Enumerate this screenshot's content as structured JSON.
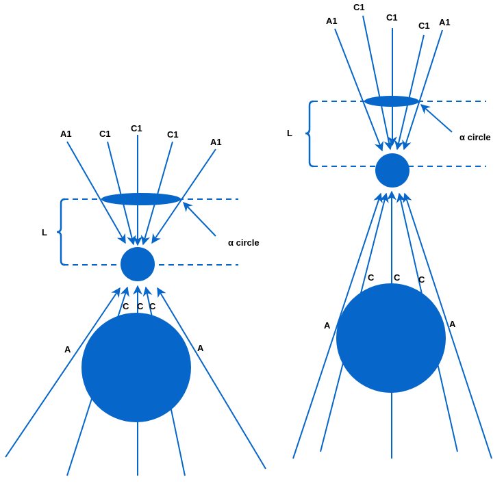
{
  "color": "#0766c9",
  "left_diagram": {
    "top_labels": [
      "A1",
      "C1",
      "C1",
      "C1",
      "A1"
    ],
    "bottom_labels": [
      "A",
      "C",
      "C",
      "C",
      "A"
    ],
    "length_label": "L",
    "annotation": "α circle"
  },
  "right_diagram": {
    "top_labels": [
      "A1",
      "C1",
      "C1",
      "C1",
      "A1"
    ],
    "bottom_labels": [
      "A",
      "C",
      "C",
      "C",
      "A"
    ],
    "length_label": "L",
    "annotation": "α circle"
  }
}
